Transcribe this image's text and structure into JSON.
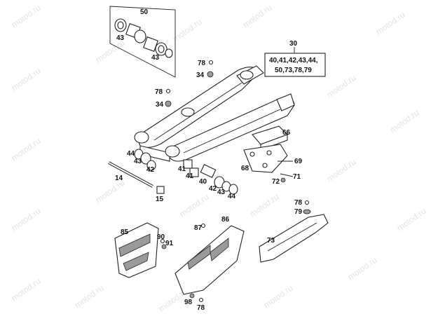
{
  "watermark": "motod.ru",
  "labels": {
    "n50": "50",
    "n43a": "43",
    "n43b": "43",
    "n30": "30",
    "n78a": "78",
    "n34a": "34",
    "n78b": "78",
    "n34b": "34",
    "n66": "66",
    "n44a": "44",
    "n43c": "43",
    "n42a": "42",
    "n41a": "41",
    "n41b": "41",
    "n40": "40",
    "n42b": "42",
    "n43d": "43",
    "n44b": "44",
    "n14": "14",
    "n15": "15",
    "n68": "68",
    "n69": "69",
    "n71": "71",
    "n72": "72",
    "n78c": "78",
    "n79": "79",
    "n85": "85",
    "n90": "90",
    "n91": "91",
    "n87": "87",
    "n86": "86",
    "n73": "73",
    "n98": "98",
    "n78d": "78"
  },
  "kit_box": {
    "line1": "40,41,42,43,44,",
    "line2": "50,73,78,79"
  }
}
